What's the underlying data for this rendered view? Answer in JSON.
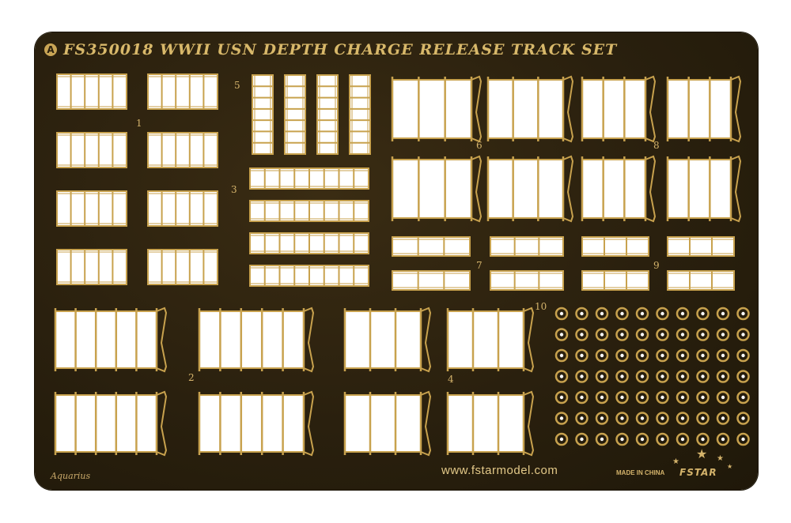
{
  "sheet": {
    "logo": "A",
    "title": "FS350018 WWII USN DEPTH CHARGE RELEASE TRACK SET",
    "url": "www.fstarmodel.com",
    "maker": "Aquarius",
    "made_in": "MADE IN CHINA",
    "brand": "FSTAR",
    "part_numbers": [
      "1",
      "2",
      "3",
      "4",
      "5",
      "6",
      "7",
      "8",
      "9",
      "10"
    ],
    "colors": {
      "brass": "#c8a24e",
      "sheet": "#2a200e",
      "cutout": "#ffffff"
    }
  }
}
